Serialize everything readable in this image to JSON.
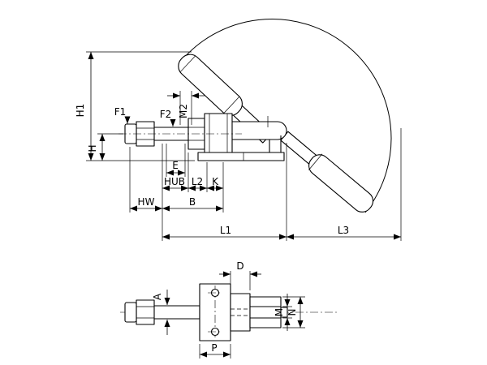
{
  "page": {
    "background": "#ffffff"
  },
  "drawing": {
    "stroke_color": "#000000",
    "side_view": {
      "labels": {
        "h1": "H1",
        "h": "H",
        "f1": "F1",
        "f2": "F2",
        "m2": "M2",
        "e": "E",
        "hub": "HUB",
        "l2": "L2",
        "k": "K",
        "hw": "HW",
        "b": "B",
        "l1": "L1",
        "l3": "L3"
      }
    },
    "top_view": {
      "labels": {
        "d": "D",
        "a": "A",
        "m": "M",
        "n": "N",
        "p": "P"
      }
    }
  }
}
